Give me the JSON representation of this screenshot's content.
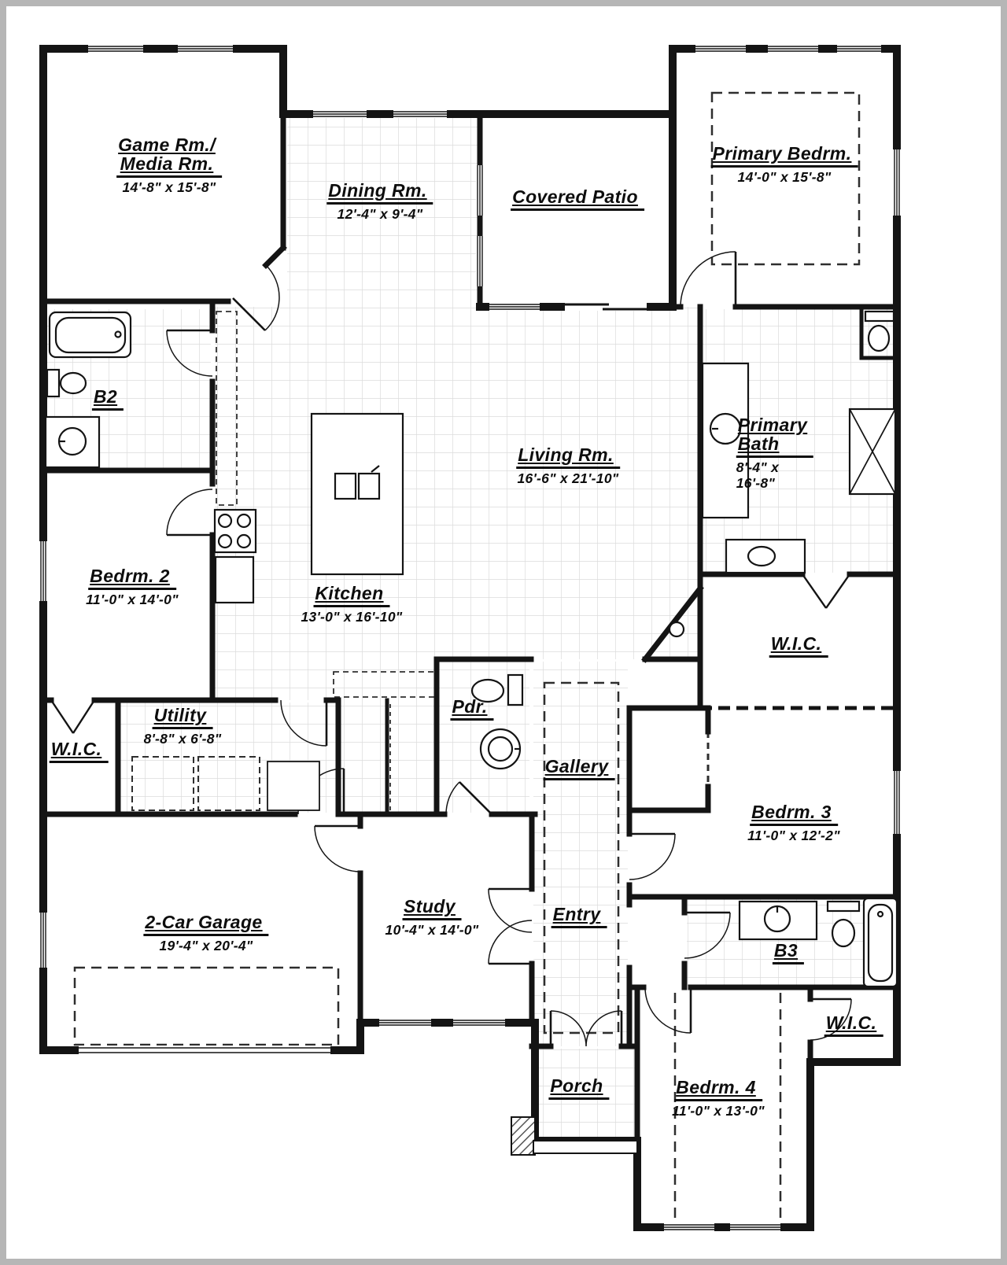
{
  "plan": {
    "colors": {
      "wall": "#141414",
      "tile_line": "#dcdcdc",
      "background": "#ffffff",
      "frame": "#b6b6b6"
    },
    "rooms": [
      {
        "id": "game-media-room",
        "name": "Game Rm./\nMedia Rm.",
        "dims": "14'-8\" x 15'-8\""
      },
      {
        "id": "dining-room",
        "name": "Dining Rm.",
        "dims": "12'-4\" x 9'-4\""
      },
      {
        "id": "covered-patio",
        "name": "Covered Patio",
        "dims": ""
      },
      {
        "id": "primary-bedroom",
        "name": "Primary Bedrm.",
        "dims": "14'-0\" x 15'-8\""
      },
      {
        "id": "bath-2",
        "name": "B2",
        "dims": ""
      },
      {
        "id": "bedroom-2",
        "name": "Bedrm. 2",
        "dims": "11'-0\" x 14'-0\""
      },
      {
        "id": "living-room",
        "name": "Living Rm.",
        "dims": "16'-6\" x 21'-10\""
      },
      {
        "id": "primary-bath",
        "name": "Primary\nBath",
        "dims": "8'-4\" x\n16'-8\""
      },
      {
        "id": "kitchen",
        "name": "Kitchen",
        "dims": "13'-0\" x 16'-10\""
      },
      {
        "id": "primary-wic",
        "name": "W.I.C.",
        "dims": ""
      },
      {
        "id": "utility",
        "name": "Utility",
        "dims": "8'-8\" x 6'-8\""
      },
      {
        "id": "wic-left",
        "name": "W.I.C.",
        "dims": ""
      },
      {
        "id": "powder-room",
        "name": "Pdr.",
        "dims": ""
      },
      {
        "id": "gallery",
        "name": "Gallery",
        "dims": ""
      },
      {
        "id": "bedroom-3",
        "name": "Bedrm. 3",
        "dims": "11'-0\" x 12'-2\""
      },
      {
        "id": "garage",
        "name": "2-Car Garage",
        "dims": "19'-4\" x 20'-4\""
      },
      {
        "id": "study",
        "name": "Study",
        "dims": "10'-4\" x 14'-0\""
      },
      {
        "id": "entry",
        "name": "Entry",
        "dims": ""
      },
      {
        "id": "bath-3",
        "name": "B3",
        "dims": ""
      },
      {
        "id": "wic-bedroom-4",
        "name": "W.I.C.",
        "dims": ""
      },
      {
        "id": "porch",
        "name": "Porch",
        "dims": ""
      },
      {
        "id": "bedroom-4",
        "name": "Bedrm. 4",
        "dims": "11'-0\" x 13'-0\""
      }
    ]
  }
}
